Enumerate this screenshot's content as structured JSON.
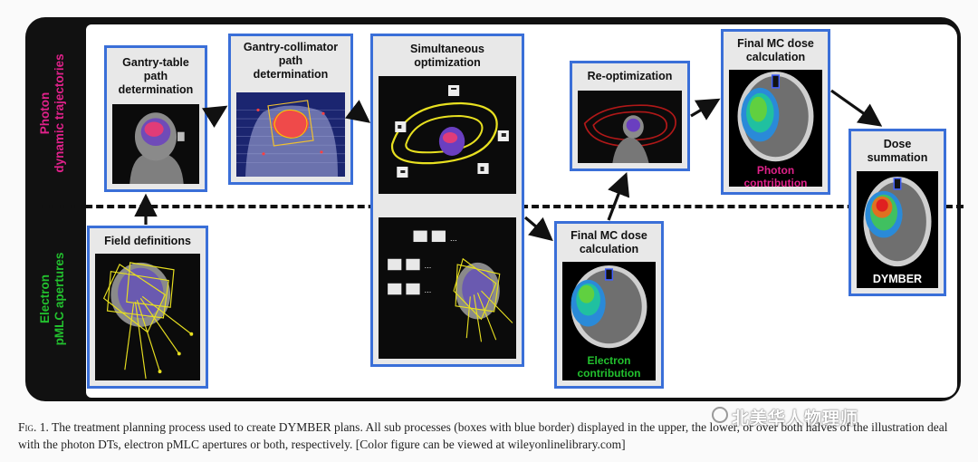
{
  "side_labels": {
    "photon": "Photon\ndynamic trajectories",
    "electron": "Electron\npMLC apertures"
  },
  "boxes": {
    "gantry_table": "Gantry-table\npath\ndetermination",
    "gantry_collimator": "Gantry-collimator\npath\ndetermination",
    "simultaneous": "Simultaneous\noptimization",
    "reoptimization": "Re-optimization",
    "final_mc_photon": "Final MC dose\ncalculation",
    "photon_contribution": "Photon\ncontribution",
    "dose_summation": "Dose\nsummation",
    "dymber": "DYMBER",
    "field_definitions": "Field definitions",
    "final_mc_electron": "Final MC dose\ncalculation",
    "electron_contribution": "Electron\ncontribution",
    "ellipsis": "..."
  },
  "caption": {
    "fig": "Fig. 1.",
    "text": "The treatment planning process used to create DYMBER plans. All sub processes (boxes with blue border) displayed in the upper, the lower, or over both halves of the illustration deal with the photon DTs, electron pMLC apertures or both, respectively. [Color figure can be viewed at wileyonlinelibrary.com]"
  },
  "watermark": "北美华人物理师",
  "colors": {
    "box_border": "#3a6fd8",
    "photon": "#e0218a",
    "electron": "#22c02e",
    "frame": "#111111"
  }
}
